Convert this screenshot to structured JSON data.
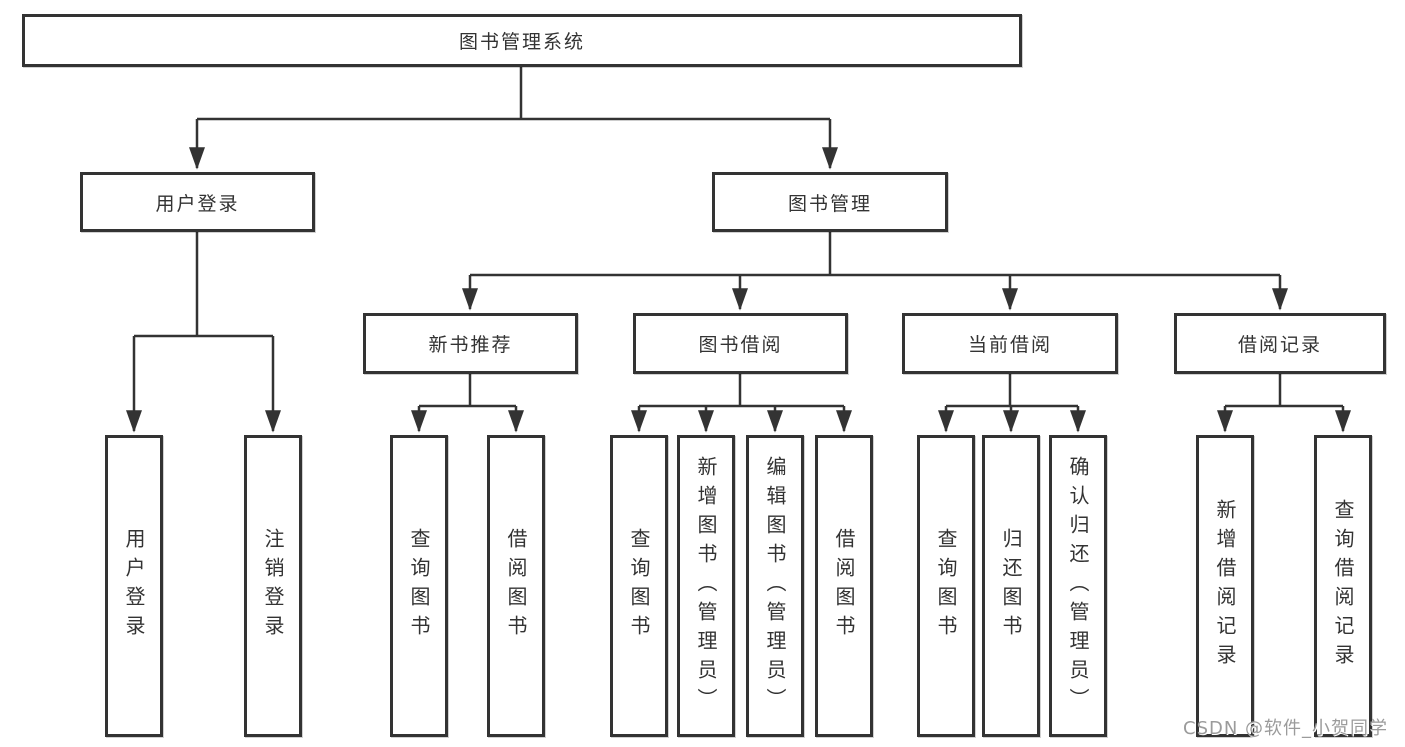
{
  "colors": {
    "line": "#333333",
    "box_border": "#333333",
    "text": "#333333",
    "background": "#ffffff",
    "watermark": "#9b9b9b"
  },
  "tree": {
    "root": "图书管理系统",
    "branches": [
      {
        "label": "用户登录",
        "children": [
          "用户登录",
          "注销登录"
        ]
      },
      {
        "label": "图书管理",
        "groups": [
          {
            "label": "新书推荐",
            "children": [
              "查询图书",
              "借阅图书"
            ]
          },
          {
            "label": "图书借阅",
            "children": [
              "查询图书",
              "新增图书（管理员）",
              "编辑图书（管理员）",
              "借阅图书"
            ]
          },
          {
            "label": "当前借阅",
            "children": [
              "查询图书",
              "归还图书",
              "确认归还（管理员）"
            ]
          },
          {
            "label": "借阅记录",
            "children": [
              "新增借阅记录",
              "查询借阅记录"
            ]
          }
        ]
      }
    ]
  },
  "watermark": "CSDN @软件_小贺同学"
}
